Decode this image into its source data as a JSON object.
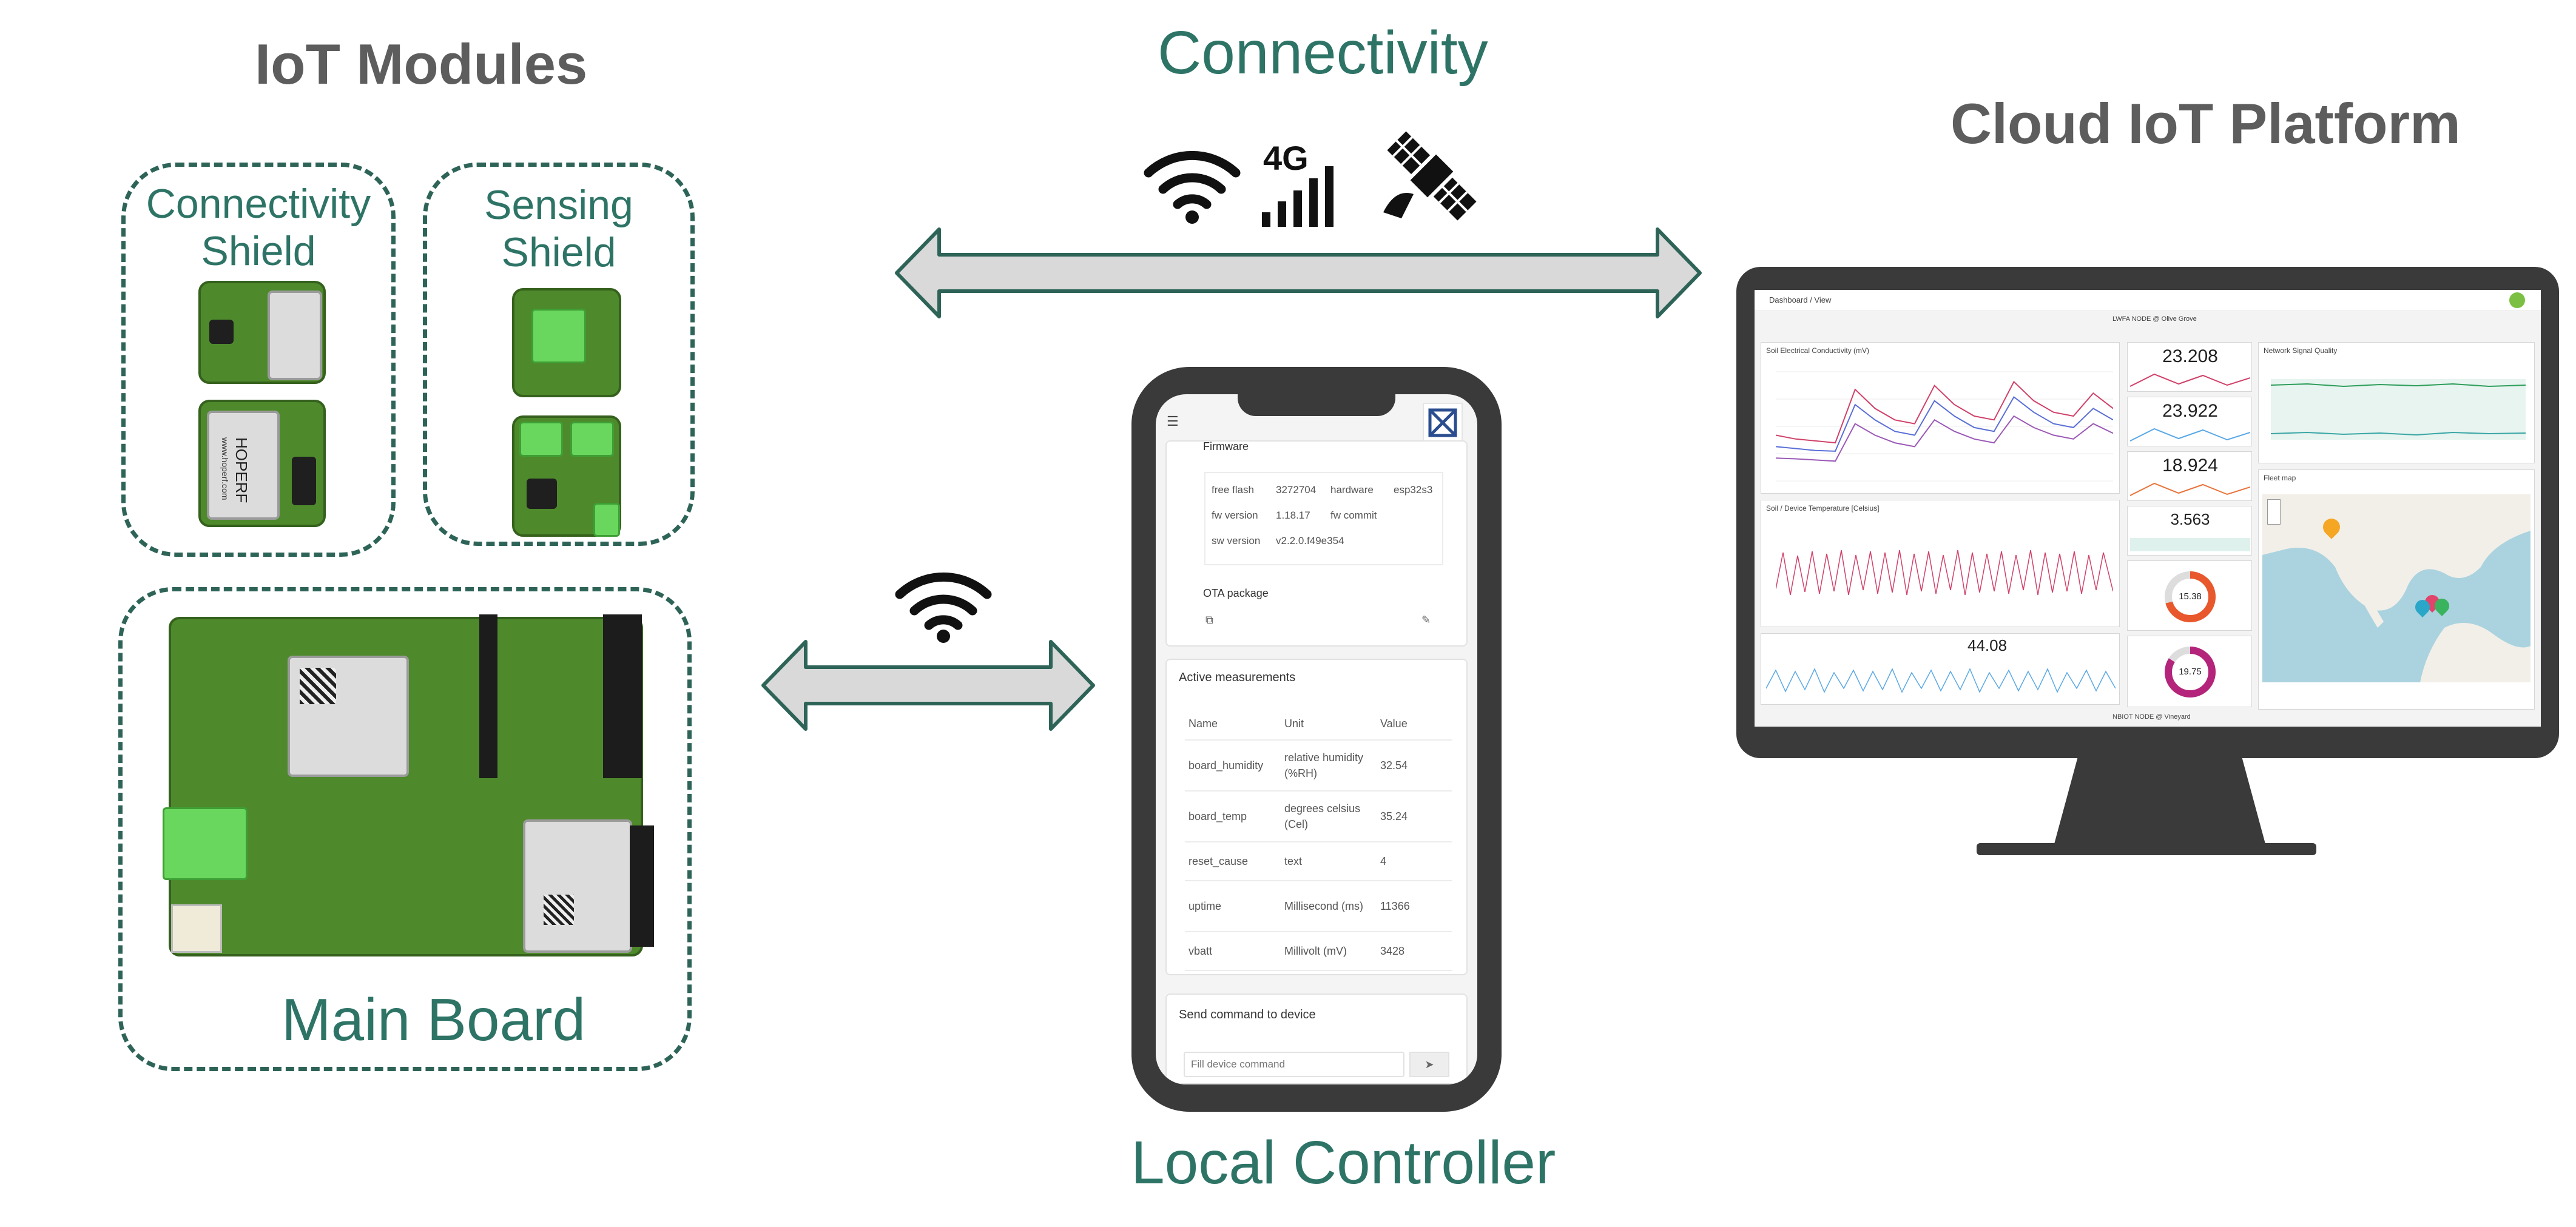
{
  "headings": {
    "iot_modules": "IoT Modules",
    "connectivity": "Connectivity",
    "cloud_platform": "Cloud IoT Platform",
    "local_controller": "Local Controller",
    "main_board": "Main Board"
  },
  "shields": {
    "connectivity": [
      "Connectivity",
      "Shield"
    ],
    "sensing": [
      "Sensing",
      "Shield"
    ]
  },
  "connectivity_icons": {
    "wifi": "wifi-icon",
    "cellular_label": "4G",
    "satellite": "satellite-icon"
  },
  "module_labels": {
    "hoperf": "HOPERF",
    "hoperf_url": "www.hoperf.com"
  },
  "phone": {
    "firmware_title": "Firmware",
    "firmware_rows": [
      [
        "free flash",
        "3272704",
        "hardware",
        "esp32s3"
      ],
      [
        "fw version",
        "1.18.17",
        "fw commit",
        ""
      ],
      [
        "sw version",
        "v2.2.0.f49e354",
        "",
        ""
      ]
    ],
    "ota_title": "OTA package",
    "active_title": "Active measurements",
    "table_headers": [
      "Name",
      "Unit",
      "Value"
    ],
    "measurements": [
      {
        "name": "board_humidity",
        "unit": "relative humidity (%RH)",
        "value": "32.54"
      },
      {
        "name": "board_temp",
        "unit": "degrees celsius (Cel)",
        "value": "35.24"
      },
      {
        "name": "reset_cause",
        "unit": "text",
        "value": "4"
      },
      {
        "name": "uptime",
        "unit": "Millisecond (ms)",
        "value": "11366"
      },
      {
        "name": "vbatt",
        "unit": "Millivolt (mV)",
        "value": "3428"
      }
    ],
    "command_title": "Send command to device",
    "command_placeholder": "Fill device command"
  },
  "dashboard": {
    "breadcrumb": "Dashboard / View",
    "top_title": "LWFA NODE @ Olive Grove",
    "bottom_title": "NBIOT NODE @ Vineyard",
    "panels": {
      "conductivity": "Soil Electrical Conductivity (mV)",
      "temperature": "Soil / Device Temperature [Celsius]",
      "network": "Network Signal Quality",
      "fleet": "Fleet map"
    },
    "stat_values": [
      "23.208",
      "23.922",
      "18.924",
      "3.563",
      "44.08"
    ],
    "gauge_values": [
      "15.38",
      "19.75"
    ]
  },
  "chart_data": {
    "type": "line",
    "title": "Soil Electrical Conductivity (mV)",
    "series": [
      {
        "name": "",
        "values": [
          120,
          110,
          105,
          100,
          240,
          190,
          160,
          150,
          250,
          200,
          170,
          160,
          260,
          210,
          180,
          170,
          230,
          190
        ]
      },
      {
        "name": "",
        "values": [
          90,
          85,
          80,
          78,
          200,
          160,
          130,
          120,
          210,
          170,
          140,
          130,
          220,
          180,
          150,
          140,
          190,
          160
        ]
      },
      {
        "name": "",
        "values": [
          60,
          58,
          55,
          52,
          150,
          120,
          100,
          90,
          160,
          130,
          110,
          100,
          170,
          140,
          120,
          110,
          150,
          125
        ]
      }
    ]
  },
  "colors": {
    "teal": "#2e7466",
    "arrow_fill": "#d9d9d9",
    "arrow_stroke": "#2e6458",
    "pcb_green": "#4e8a2c",
    "terminal_green": "#69d75d",
    "device_frame": "#3a3a3a"
  }
}
